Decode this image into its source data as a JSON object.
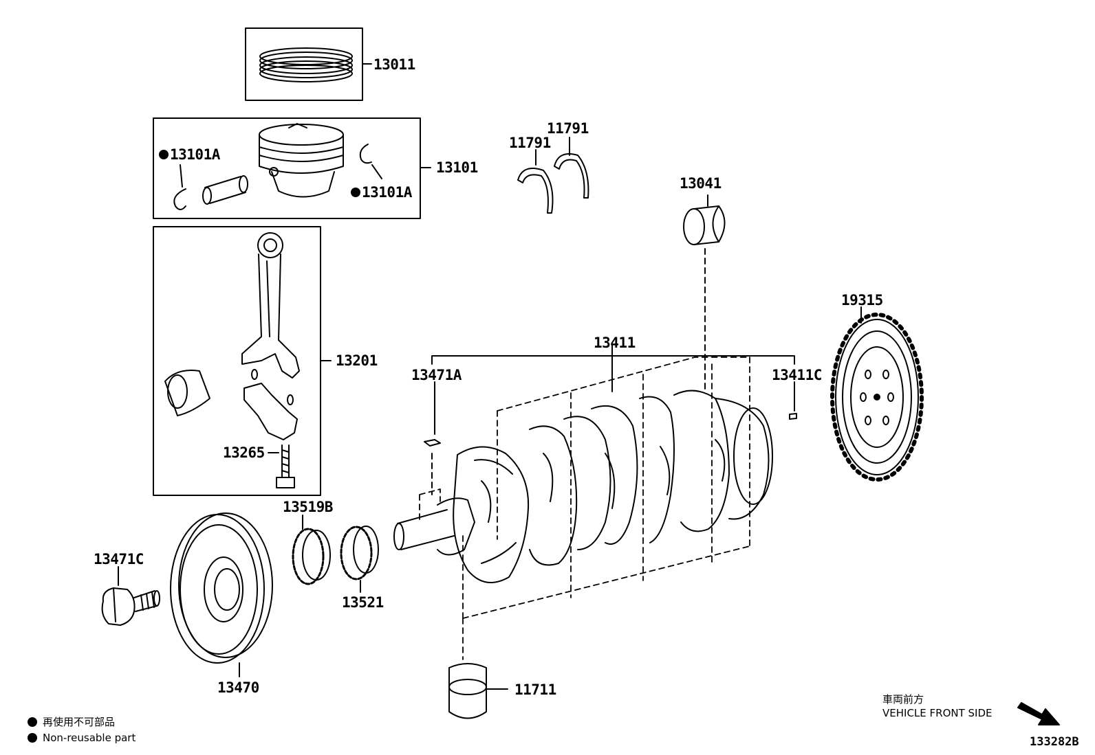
{
  "parts": {
    "p13011": "13011",
    "p13101": "13101",
    "p13101A": "13101A",
    "p13201": "13201",
    "p13265": "13265",
    "p11791": "11791",
    "p13041": "13041",
    "p19315": "19315",
    "p13411": "13411",
    "p13471A": "13471A",
    "p13411C": "13411C",
    "p13519B": "13519B",
    "p13471C": "13471C",
    "p13521": "13521",
    "p13470": "13470",
    "p11711": "11711"
  },
  "legend": {
    "reuse_jp": "再使用不可部品",
    "reuse_en": "Non-reusable part"
  },
  "orientation": {
    "jp": "車両前方",
    "en": "VEHICLE FRONT SIDE"
  },
  "illustration_code": "133282B"
}
